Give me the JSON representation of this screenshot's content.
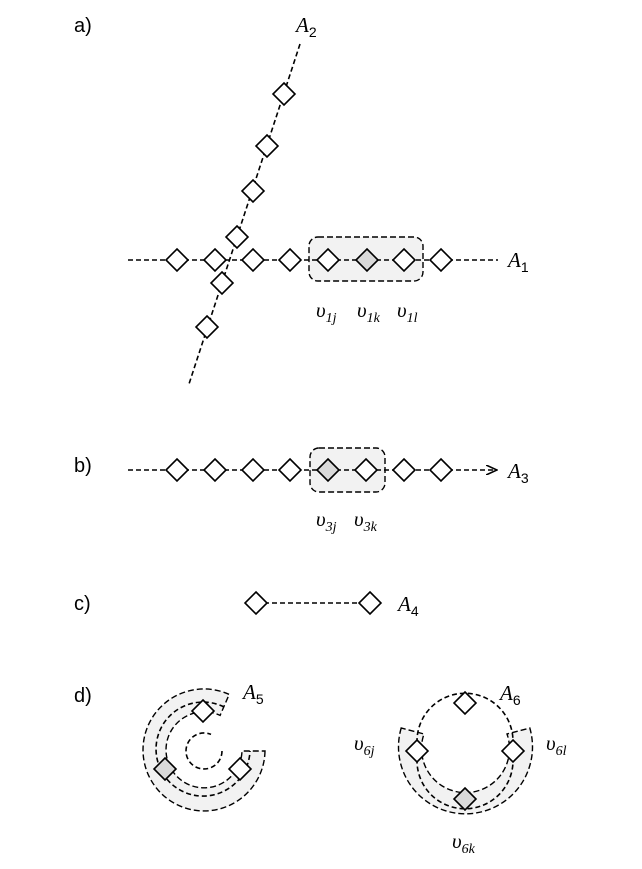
{
  "panels": {
    "a": {
      "label": "a)",
      "axis1": {
        "sym": "A",
        "sub": "1"
      },
      "axis2": {
        "sym": "A",
        "sub": "2"
      },
      "node_labels": [
        {
          "sym": "υ",
          "sub": "1j"
        },
        {
          "sym": "υ",
          "sub": "1k"
        },
        {
          "sym": "υ",
          "sub": "1l"
        }
      ]
    },
    "b": {
      "label": "b)",
      "axis": {
        "sym": "A",
        "sub": "3"
      },
      "node_labels": [
        {
          "sym": "υ",
          "sub": "3j"
        },
        {
          "sym": "υ",
          "sub": "3k"
        }
      ]
    },
    "c": {
      "label": "c)",
      "axis": {
        "sym": "A",
        "sub": "4"
      }
    },
    "d": {
      "label": "d)",
      "axis_left": {
        "sym": "A",
        "sub": "5"
      },
      "axis_right": {
        "sym": "A",
        "sub": "6"
      },
      "node_labels": [
        {
          "sym": "υ",
          "sub": "6j"
        },
        {
          "sym": "υ",
          "sub": "6l"
        },
        {
          "sym": "υ",
          "sub": "6k"
        }
      ]
    }
  },
  "colors": {
    "node_fill": "#ffffff",
    "node_highlight": "#d9d9d9",
    "group_fill": "#f2f2f2",
    "stroke": "#000000"
  }
}
